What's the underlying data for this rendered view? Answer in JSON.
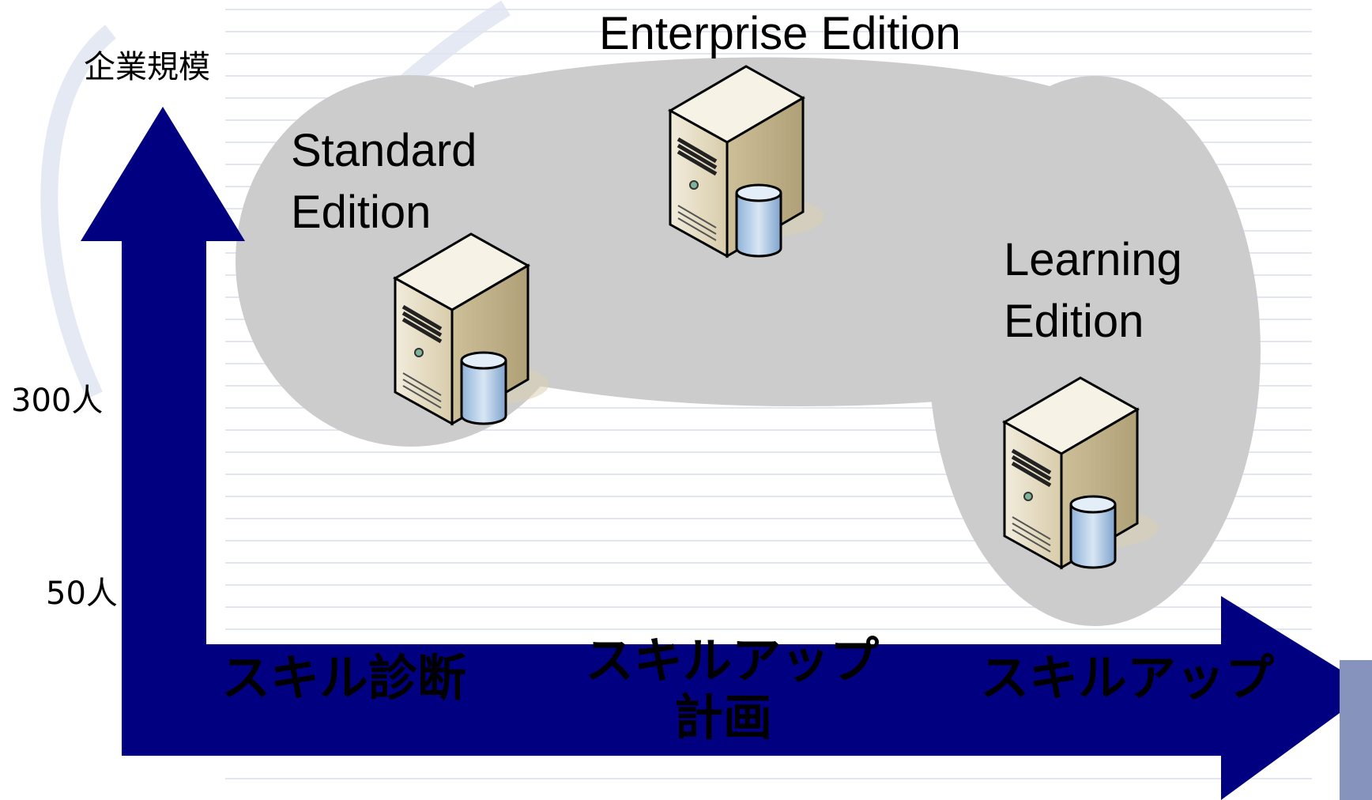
{
  "axis": {
    "y_title": "企業規模",
    "y_ticks": [
      "300人",
      "50人"
    ]
  },
  "editions": {
    "enterprise": "Enterprise Edition",
    "standard_line1": "Standard",
    "standard_line2": "Edition",
    "learning_line1": "Learning",
    "learning_line2": "Edition"
  },
  "steps": {
    "step1": "スキル診断",
    "step2_line1": "スキルアップ",
    "step2_line2": "計画",
    "step3": "スキルアップ"
  },
  "colors": {
    "arrow": "#000080",
    "blob": "#cccccc",
    "stripe": "#e2e6f0",
    "corner_block": "#8593bd"
  },
  "icons": [
    "server-database-icon",
    "server-database-icon",
    "server-database-icon"
  ]
}
